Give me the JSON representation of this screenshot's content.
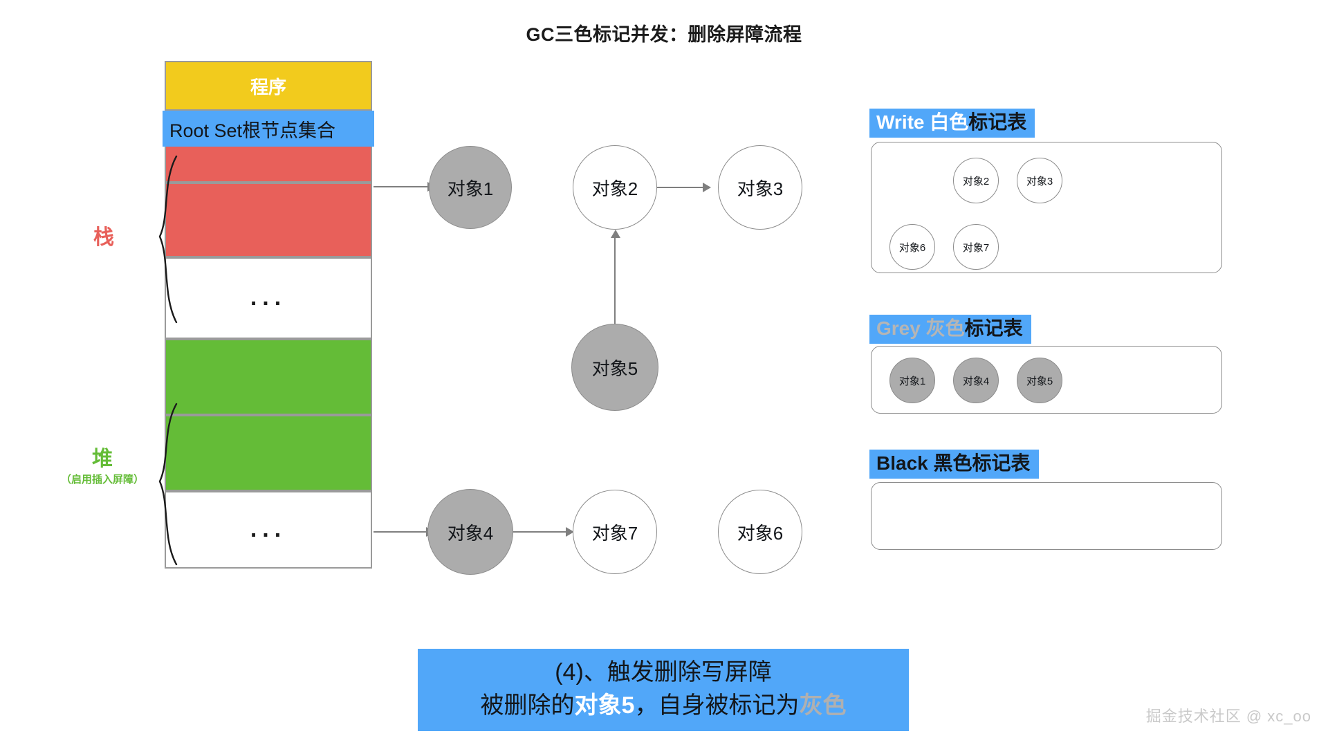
{
  "title": "GC三色标记并发：删除屏障流程",
  "memory": {
    "program_label": "程序",
    "rootset_label": "Root Set根节点集合",
    "dots": "...",
    "stack_label": "栈",
    "heap_label": "堆",
    "heap_sublabel": "（启用插入屏障）"
  },
  "graph": {
    "nodes": [
      {
        "id": "obj1",
        "label": "对象1",
        "color": "grey"
      },
      {
        "id": "obj2",
        "label": "对象2",
        "color": "white"
      },
      {
        "id": "obj3",
        "label": "对象3",
        "color": "white"
      },
      {
        "id": "obj5",
        "label": "对象5",
        "color": "grey"
      },
      {
        "id": "obj4",
        "label": "对象4",
        "color": "grey"
      },
      {
        "id": "obj7",
        "label": "对象7",
        "color": "white"
      },
      {
        "id": "obj6",
        "label": "对象6",
        "color": "white"
      }
    ],
    "edges": [
      {
        "from": "rootset-red",
        "to": "obj1"
      },
      {
        "from": "obj2",
        "to": "obj3"
      },
      {
        "from": "obj5",
        "to": "obj2"
      },
      {
        "from": "heap-green",
        "to": "obj4"
      },
      {
        "from": "obj4",
        "to": "obj7"
      }
    ]
  },
  "tables": [
    {
      "id": "white-table",
      "title_en": "Write ",
      "title_cn_colored": "白色",
      "title_cn_plain": "标记表",
      "items": [
        "对象2",
        "对象3",
        "对象6",
        "对象7"
      ],
      "chip_color": "white"
    },
    {
      "id": "grey-table",
      "title_en": "Grey ",
      "title_cn_colored": "灰色",
      "title_cn_plain": "标记表",
      "items": [
        "对象1",
        "对象4",
        "对象5"
      ],
      "chip_color": "grey"
    },
    {
      "id": "black-table",
      "title_en": "Black ",
      "title_cn_colored": "黑色",
      "title_cn_plain": "标记表",
      "items": [],
      "chip_color": "black"
    }
  ],
  "caption": {
    "line1": "(4)、触发删除写屏障",
    "line2_part1": "被删除的",
    "line2_emphasis1": "对象5",
    "line2_part2": "，自身被标记为",
    "line2_emphasis2": "灰色"
  },
  "watermark": "掘金技术社区 @ xc_oo",
  "colors": {
    "accent_blue": "#51A7F9",
    "program_yellow": "#F2CB1D",
    "stack_red": "#E8605A",
    "heap_green": "#64BC37",
    "node_grey": "#ACACAC",
    "border_grey": "#9A9A9A"
  }
}
